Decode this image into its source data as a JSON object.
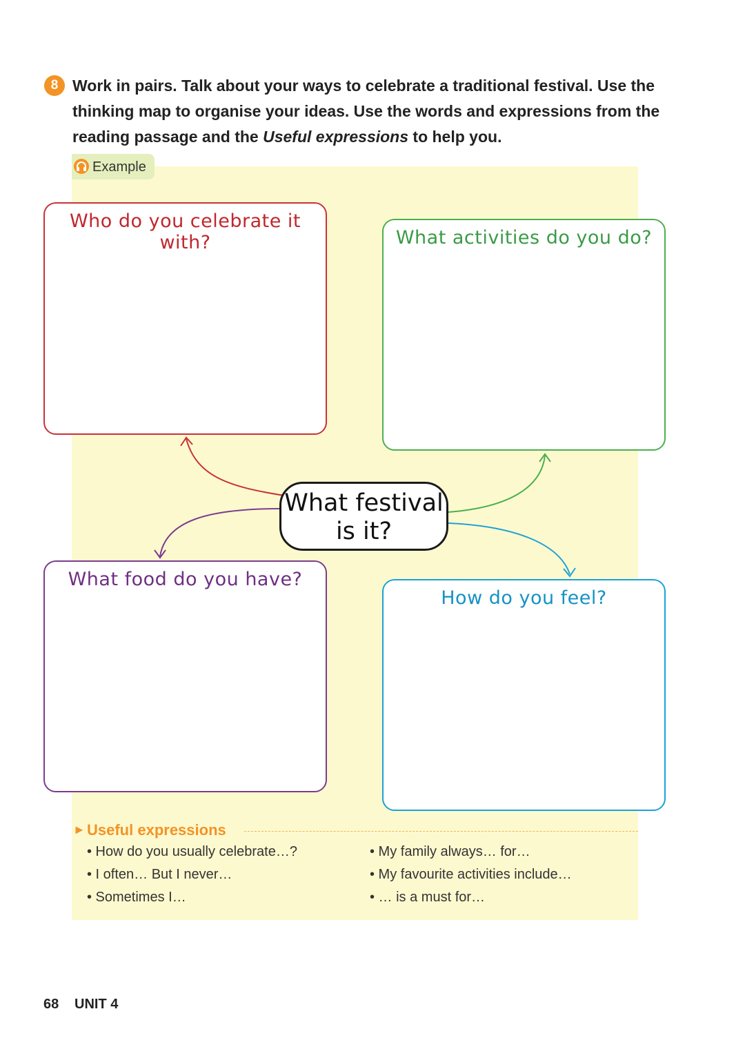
{
  "task": {
    "number": "8",
    "text_1": "Work in pairs. Talk about your ways to celebrate a traditional festival. Use the thinking map to organise your ideas. Use the words and expressions from the reading passage and the ",
    "text_italic": "Useful expressions",
    "text_2": " to help you."
  },
  "example": {
    "label": "Example",
    "icon": "headphones-icon"
  },
  "thinking_map": {
    "center": "What festival\nis it?",
    "boxes": [
      {
        "question": "Who do you celebrate it with?",
        "color": "#c0272d"
      },
      {
        "question": "What activities do you do?",
        "color": "#3a9b46"
      },
      {
        "question": "What food do you have?",
        "color": "#6e3082"
      },
      {
        "question": "How do you feel?",
        "color": "#1592c4"
      }
    ]
  },
  "useful_expressions": {
    "title": "Useful expressions",
    "items_left": [
      "• How do you usually celebrate…?",
      "• I often… But I never…",
      "• Sometimes I…"
    ],
    "items_right": [
      "• My family always… for…",
      "• My favourite activities include…",
      "• … is a must for…"
    ]
  },
  "footer": {
    "page_number": "68",
    "unit": "UNIT 4"
  },
  "colors": {
    "accent": "#f39325",
    "panel": "#fdf9cf"
  }
}
